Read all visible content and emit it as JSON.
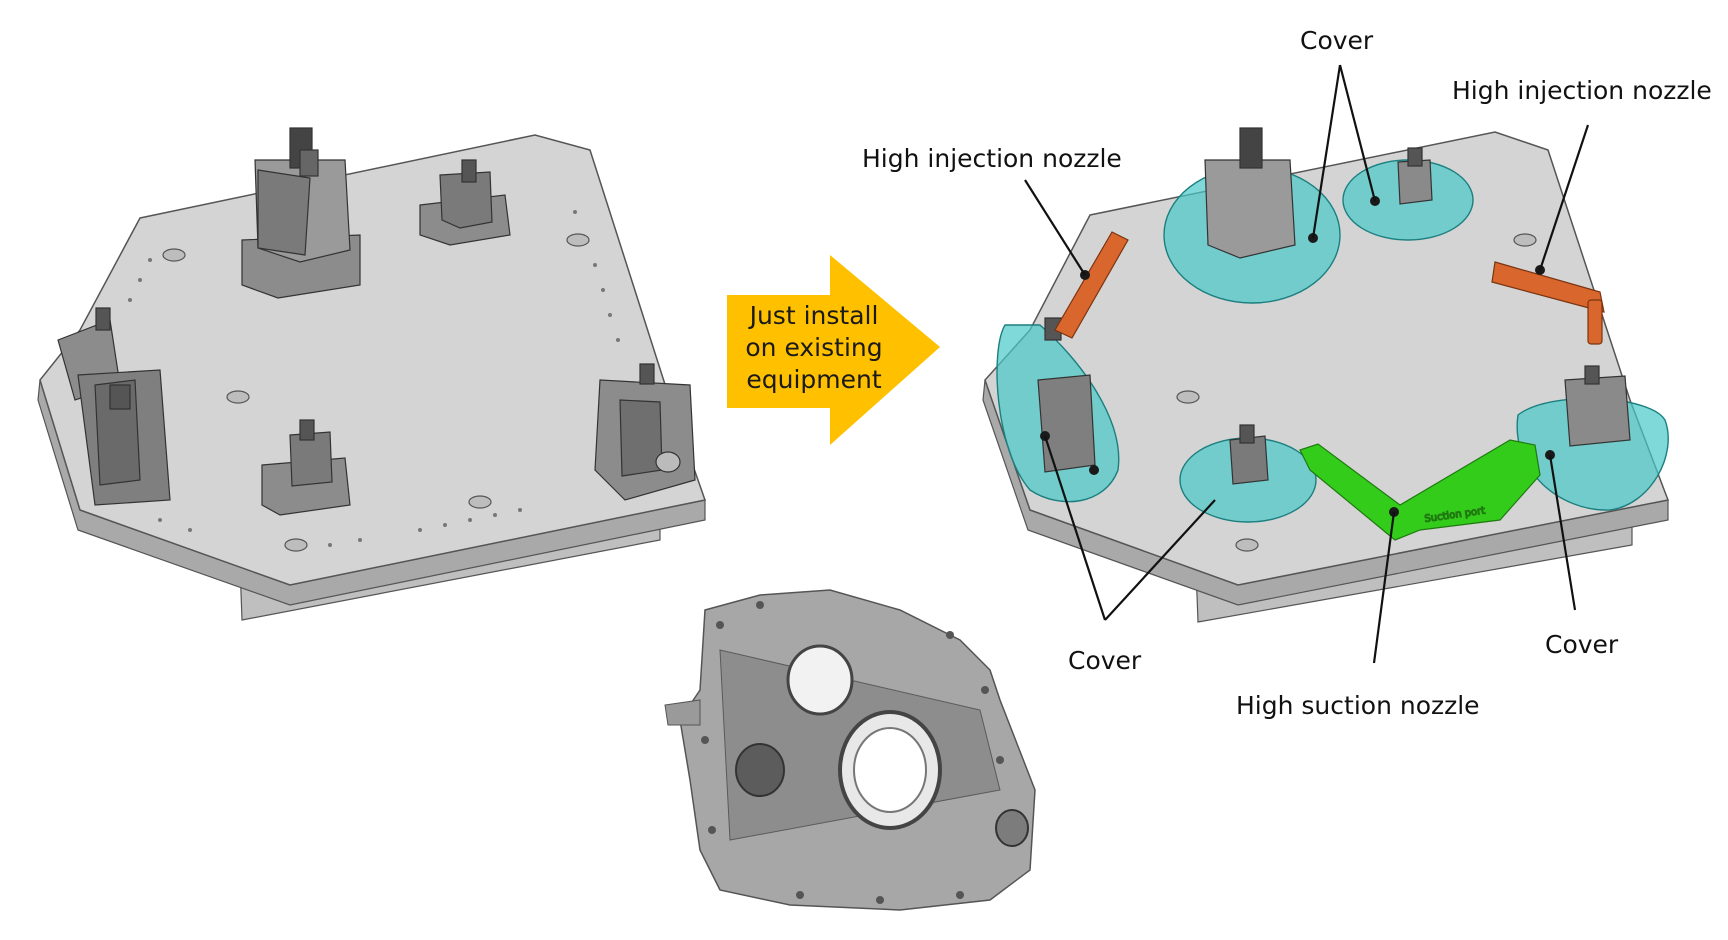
{
  "arrow": {
    "lines": [
      "Just install",
      "on existing",
      "equipment"
    ],
    "color": "#FFC000"
  },
  "callouts": {
    "cover_top": "Cover",
    "high_injection_nozzle_left": "High injection nozzle",
    "high_injection_nozzle_right": "High injection nozzle",
    "cover_bottom_left": "Cover",
    "cover_bottom_right": "Cover",
    "high_suction_nozzle": "High suction nozzle",
    "suction_part_marking": "Suction port"
  },
  "colors": {
    "plate": "#D4D4D4",
    "plate_edge": "#A9A9A9",
    "clamp": "#8C8C8C",
    "cover": "#49C9C9",
    "injection_nozzle": "#D9662C",
    "suction_nozzle": "#33CC1A",
    "casting": "#9E9E9E"
  },
  "icons": [
    "fixture-plate-icon",
    "fixture-plate-modified-icon",
    "transmission-housing-icon"
  ]
}
